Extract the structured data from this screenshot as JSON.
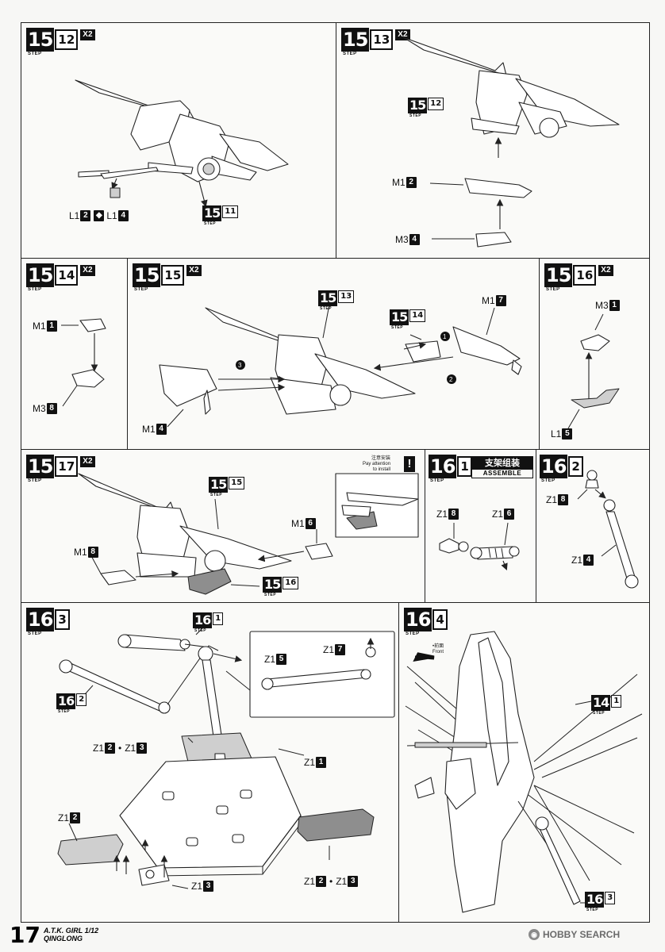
{
  "steps": {
    "s1512": {
      "major": "15",
      "minor": "12",
      "mult": "X2"
    },
    "s1513": {
      "major": "15",
      "minor": "13",
      "mult": "X2"
    },
    "s1514": {
      "major": "15",
      "minor": "14",
      "mult": "X2"
    },
    "s1515": {
      "major": "15",
      "minor": "15",
      "mult": "X2"
    },
    "s1516": {
      "major": "15",
      "minor": "16",
      "mult": "X2"
    },
    "s1517": {
      "major": "15",
      "minor": "17",
      "mult": "X2"
    },
    "s161": {
      "major": "16",
      "minor": "1"
    },
    "s162": {
      "major": "16",
      "minor": "2"
    },
    "s163": {
      "major": "16",
      "minor": "3"
    },
    "s164": {
      "major": "16",
      "minor": "4"
    }
  },
  "step_tag": "STEP",
  "refs": {
    "r1511": {
      "major": "15",
      "minor": "11"
    },
    "r1512": {
      "major": "15",
      "minor": "12"
    },
    "r1513": {
      "major": "15",
      "minor": "13"
    },
    "r1514": {
      "major": "15",
      "minor": "14"
    },
    "r1515": {
      "major": "15",
      "minor": "15"
    },
    "r1516": {
      "major": "15",
      "minor": "16"
    },
    "r161": {
      "major": "16",
      "minor": "1"
    },
    "r162": {
      "major": "16",
      "minor": "2"
    },
    "r163": {
      "major": "16",
      "minor": "3"
    },
    "r141": {
      "major": "14",
      "minor": "1"
    }
  },
  "labels": {
    "l1_2": {
      "part": "L1",
      "n": "2"
    },
    "l1_4": {
      "part": "L1",
      "n": "4"
    },
    "m1_2": {
      "part": "M1",
      "n": "2"
    },
    "m3_4": {
      "part": "M3",
      "n": "4"
    },
    "m1_1": {
      "part": "M1",
      "n": "1"
    },
    "m3_8": {
      "part": "M3",
      "n": "8"
    },
    "m1_7": {
      "part": "M1",
      "n": "7"
    },
    "m1_4": {
      "part": "M1",
      "n": "4"
    },
    "m3_1": {
      "part": "M3",
      "n": "1"
    },
    "l1_5": {
      "part": "L1",
      "n": "5"
    },
    "m1_6": {
      "part": "M1",
      "n": "6"
    },
    "m1_8": {
      "part": "M1",
      "n": "8"
    },
    "z1_8a": {
      "part": "Z1",
      "n": "8"
    },
    "z1_6": {
      "part": "Z1",
      "n": "6"
    },
    "z1_8b": {
      "part": "Z1",
      "n": "8"
    },
    "z1_4": {
      "part": "Z1",
      "n": "4"
    },
    "z1_5": {
      "part": "Z1",
      "n": "5"
    },
    "z1_7": {
      "part": "Z1",
      "n": "7"
    },
    "z1_2a": {
      "part": "Z1",
      "n": "2"
    },
    "z1_3a": {
      "part": "Z1",
      "n": "3"
    },
    "z1_1": {
      "part": "Z1",
      "n": "1"
    },
    "z1_2b": {
      "part": "Z1",
      "n": "2"
    },
    "z1_3b": {
      "part": "Z1",
      "n": "3"
    },
    "z1_2c": {
      "part": "Z1",
      "n": "2"
    },
    "z1_3c": {
      "part": "Z1",
      "n": "3"
    }
  },
  "sequence_markers": [
    "1",
    "2",
    "3"
  ],
  "separator": "•",
  "assemble": {
    "cn": "支架组装",
    "en": "ASSEMBLE"
  },
  "attention": {
    "cn": "注意安装",
    "en1": "Pay attention",
    "en2": "to install",
    "mark": "!"
  },
  "front": {
    "cn": "•前面",
    "en": "Front"
  },
  "footer": {
    "page_number": "17",
    "line1": "A.T.K. GIRL 1/12",
    "line2": "QINGLONG"
  },
  "watermark": {
    "text": "HOBBY SEARCH",
    "icon": "hobby-search-logo-icon"
  }
}
